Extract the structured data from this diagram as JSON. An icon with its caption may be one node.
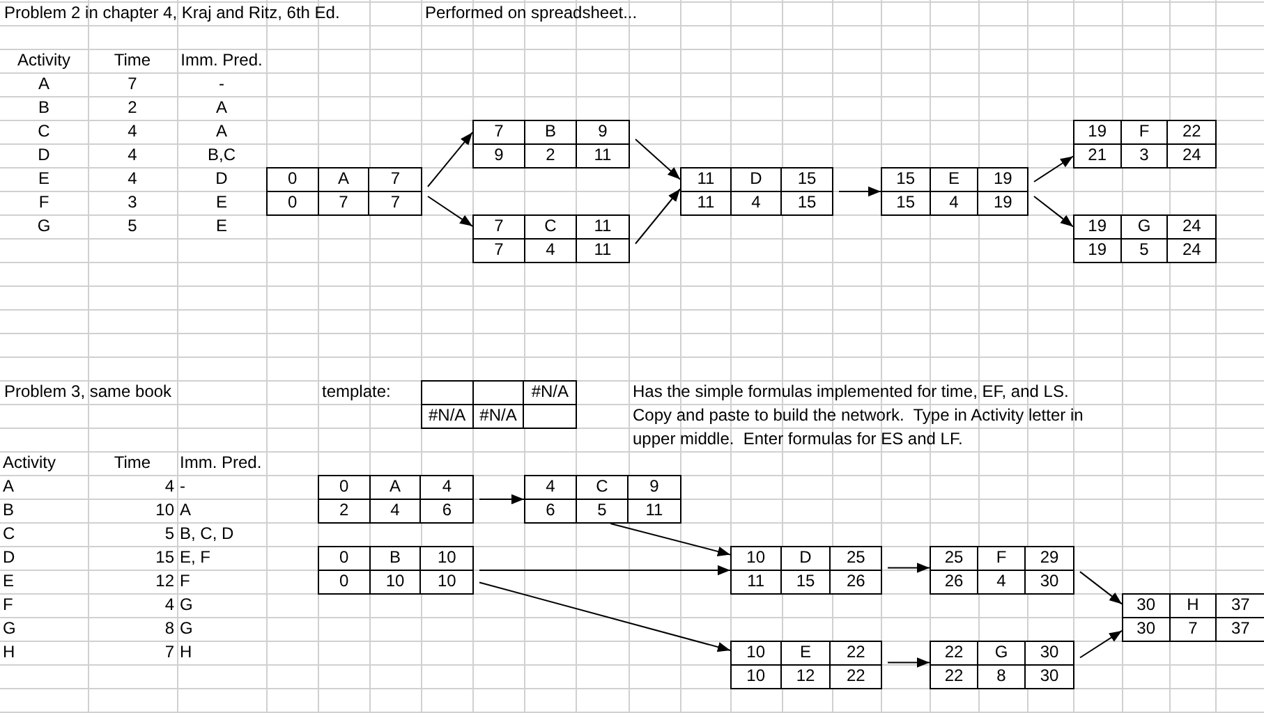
{
  "diagram": {
    "nodes": [
      {
        "text": [
          "0",
          "A",
          "7",
          "0",
          "7",
          "7"
        ]
      },
      {
        "text": [
          "7",
          "B",
          "9",
          "9",
          "2",
          "11"
        ]
      },
      {
        "text": [
          "7",
          "C",
          "11",
          "7",
          "4",
          "11"
        ]
      },
      {
        "text": [
          "11",
          "D",
          "15",
          "11",
          "4",
          "15"
        ]
      },
      {
        "text": [
          "15",
          "E",
          "19",
          "15",
          "4",
          "19"
        ]
      },
      {
        "text": [
          "19",
          "F",
          "22",
          "21",
          "3",
          "24"
        ]
      },
      {
        "text": [
          "19",
          "G",
          "24",
          "19",
          "5",
          "24"
        ]
      },
      {
        "text": [
          "#N/A",
          "#N/A",
          "#N/A"
        ]
      },
      {
        "text": [
          "0",
          "A",
          "4",
          "2",
          "4",
          "6"
        ]
      },
      {
        "text": [
          "4",
          "C",
          "9",
          "6",
          "5",
          "11"
        ]
      },
      {
        "text": [
          "0",
          "B",
          "10",
          "0",
          "10",
          "10"
        ]
      },
      {
        "text": [
          "10",
          "D",
          "25",
          "11",
          "15",
          "26"
        ]
      },
      {
        "text": [
          "25",
          "F",
          "29",
          "26",
          "4",
          "30"
        ]
      },
      {
        "text": [
          "30",
          "H",
          "37",
          "30",
          "7",
          "37"
        ]
      },
      {
        "text": [
          "10",
          "E",
          "22",
          "10",
          "12",
          "22"
        ]
      },
      {
        "text": [
          "22",
          "G",
          "30",
          "22",
          "8",
          "30"
        ]
      }
    ],
    "edges": [
      {
        "from": 0,
        "to": 1,
        "arrow": "to"
      },
      {
        "from": 0,
        "to": 2,
        "arrow": "to"
      },
      {
        "from": 1,
        "to": 3,
        "arrow": "to"
      },
      {
        "from": 2,
        "to": 3,
        "arrow": "to"
      },
      {
        "from": 3,
        "to": 4,
        "arrow": "to"
      },
      {
        "from": 4,
        "to": 5,
        "arrow": "to"
      },
      {
        "from": 4,
        "to": 6,
        "arrow": "to"
      },
      {
        "from": 8,
        "to": 9,
        "arrow": "to"
      },
      {
        "from": 9,
        "to": 11,
        "arrow": "to"
      },
      {
        "from": 10,
        "to": 11,
        "arrow": "to"
      },
      {
        "from": 10,
        "to": 14,
        "arrow": "to"
      },
      {
        "from": 11,
        "to": 12,
        "arrow": "to"
      },
      {
        "from": 14,
        "to": 15,
        "arrow": "to"
      },
      {
        "from": 12,
        "to": 13,
        "arrow": "to"
      },
      {
        "from": 15,
        "to": 13,
        "arrow": "to"
      }
    ],
    "labels": [
      "Problem 2 in chapter 4, Kraj and Ritz, 6th Ed.",
      "Performed on spreadsheet...",
      "Activity",
      "Time",
      "Imm. Pred.",
      "A",
      "7",
      "-",
      "B",
      "2",
      "A",
      "C",
      "4",
      "A",
      "D",
      "4",
      "B,C",
      "E",
      "4",
      "D",
      "F",
      "3",
      "E",
      "G",
      "5",
      "E",
      "Problem 3, same book",
      "template:",
      "Has the simple formulas implemented for time, EF, and LS.",
      "Copy and paste to build the network.  Type in Activity letter in",
      "upper middle.  Enter formulas for ES and LF.",
      "Activity",
      "Time",
      "Imm. Pred.",
      "A",
      "4",
      "-",
      "B",
      "10",
      "A",
      "C",
      "5",
      "B, C, D",
      "D",
      "15",
      "E, F",
      "E",
      "12",
      "F",
      "F",
      "4",
      "G",
      "G",
      "8",
      "G",
      "H",
      "7",
      "H"
    ]
  }
}
